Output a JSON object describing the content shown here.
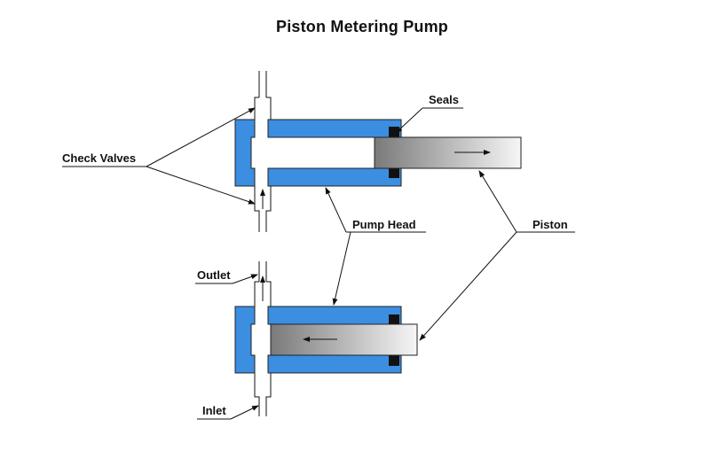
{
  "title": "Piston Metering Pump",
  "labels": {
    "check_valves": "Check Valves",
    "seals": "Seals",
    "pump_head": "Pump Head",
    "piston": "Piston",
    "outlet": "Outlet",
    "inlet": "Inlet"
  },
  "colors": {
    "pump_head": "#3b8ee0",
    "seal": "#111111",
    "piston_dark": "#7a7a7a",
    "piston_light": "#f4f4f4"
  }
}
